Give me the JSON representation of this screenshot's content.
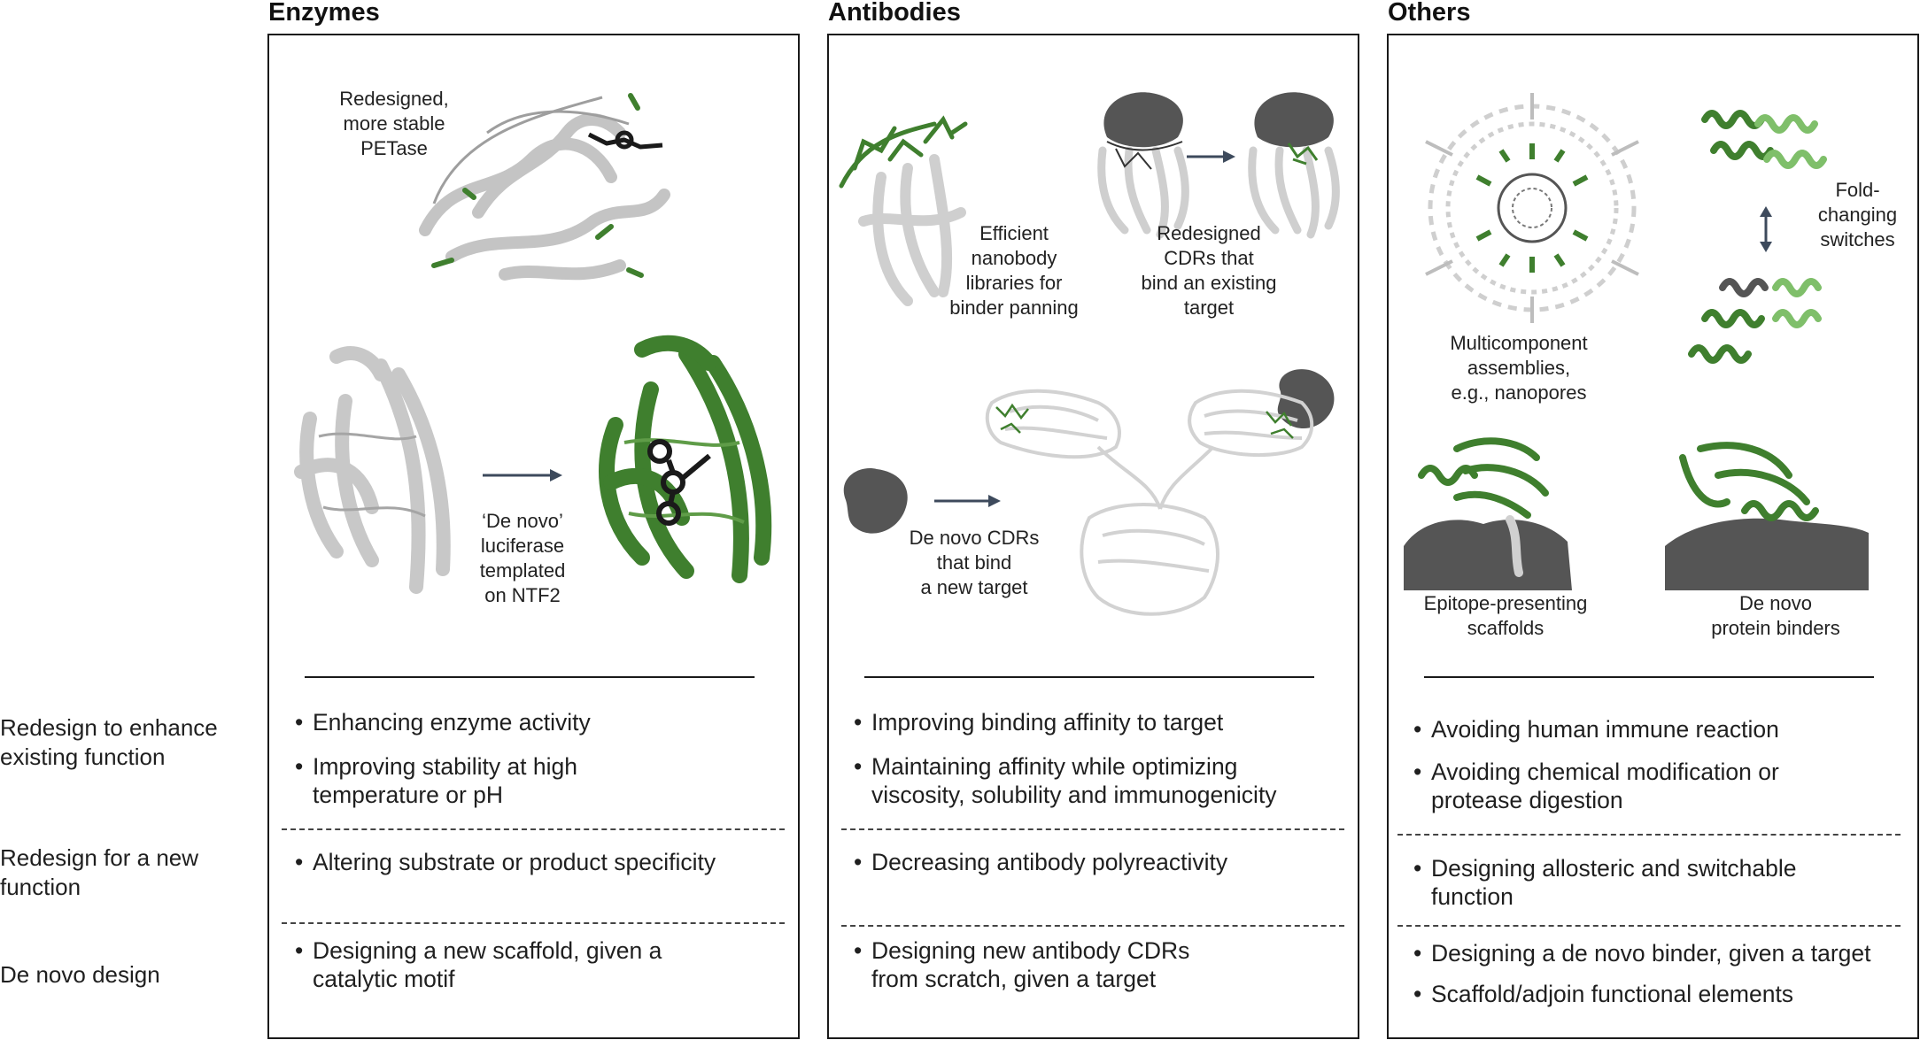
{
  "columns": [
    {
      "heading": "Enzymes",
      "captions": [
        "Redesigned,\nmore stable\nPETase",
        "‘De novo’\nluciferase\ntemplated\non NTF2"
      ],
      "enhance": [
        "Enhancing enzyme activity",
        "Improving stability at high\ntemperature or pH"
      ],
      "new_function": [
        "Altering substrate or product specificity"
      ],
      "de_novo": [
        "Designing a new scaffold, given a\ncatalytic motif"
      ]
    },
    {
      "heading": "Antibodies",
      "captions": [
        "Efficient\nnanobody\nlibraries for\nbinder panning",
        "Redesigned\nCDRs that\nbind an existing\ntarget",
        "De novo CDRs\nthat bind\na new target"
      ],
      "enhance": [
        "Improving binding affinity to target",
        "Maintaining affinity while optimizing\nviscosity, solubility and immunogenicity"
      ],
      "new_function": [
        "Decreasing antibody polyreactivity"
      ],
      "de_novo": [
        "Designing new antibody CDRs\nfrom scratch, given a target"
      ]
    },
    {
      "heading": "Others",
      "captions": [
        "Multicomponent\nassemblies,\ne.g., nanopores",
        "Fold-\nchanging\nswitches",
        "Epitope-presenting\nscaffolds",
        "De novo\nprotein binders"
      ],
      "enhance": [
        "Avoiding human immune reaction",
        "Avoiding chemical modification or\nprotease digestion"
      ],
      "new_function": [
        "Designing allosteric and switchable\nfunction"
      ],
      "de_novo": [
        "Designing a de novo binder, given a target",
        "Scaffold/adjoin functional elements"
      ]
    }
  ],
  "row_labels": {
    "enhance": "Redesign to enhance\nexisting function",
    "new_function": "Redesign for a new\nfunction",
    "de_novo": "De novo design"
  },
  "bullet_symbol": "•",
  "colors": {
    "designed_green": "#3f7f2e",
    "light_green": "#7fbf6a",
    "native_grey": "#c9c9c9",
    "target_dark": "#4d4d4d",
    "arrow": "#3d4a5c",
    "ligand": "#1a1a1a"
  },
  "icons": [
    "protein-structure-illustration",
    "arrow-right-icon",
    "double-arrow-icon"
  ]
}
